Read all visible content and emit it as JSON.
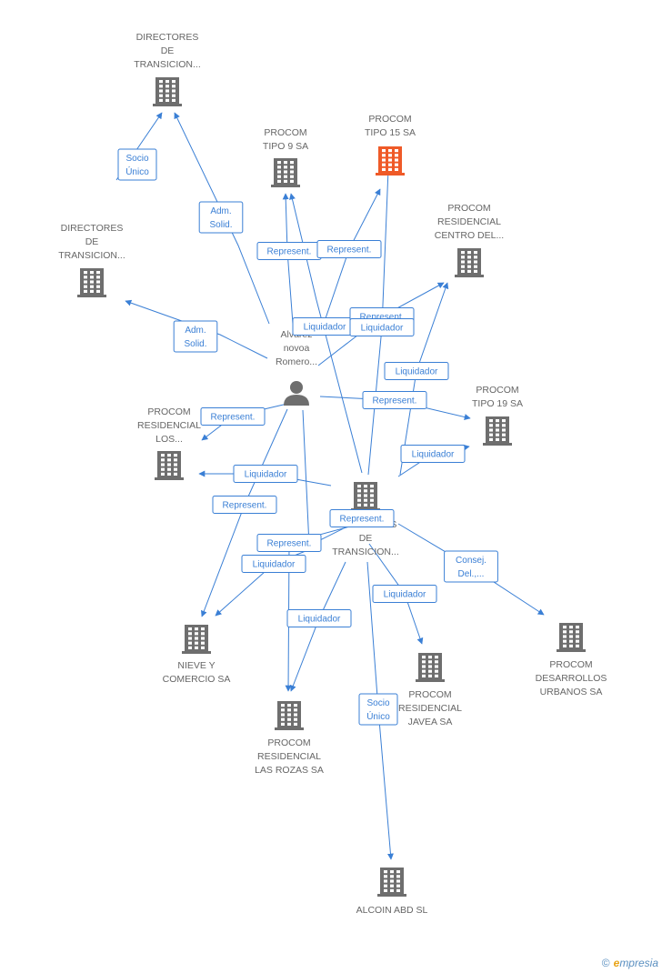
{
  "colors": {
    "edge": "#3a7fd5",
    "company": "#6e6e6e",
    "highlight": "#ef5a28",
    "person": "#6e6e6e",
    "label": "#666666"
  },
  "nodes": [
    {
      "id": "dir1",
      "type": "company",
      "lines": [
        "DIRECTORES",
        "DE",
        "TRANSICION..."
      ]
    },
    {
      "id": "dir2",
      "type": "company",
      "lines": [
        "DIRECTORES",
        "DE",
        "TRANSICION..."
      ]
    },
    {
      "id": "tipo9",
      "type": "company",
      "lines": [
        "PROCOM",
        "TIPO 9 SA"
      ]
    },
    {
      "id": "tipo15",
      "type": "company",
      "highlight": true,
      "lines": [
        "PROCOM",
        "TIPO 15 SA"
      ]
    },
    {
      "id": "centro",
      "type": "company",
      "lines": [
        "PROCOM",
        "RESIDENCIAL",
        "CENTRO DEL..."
      ]
    },
    {
      "id": "tipo19",
      "type": "company",
      "lines": [
        "PROCOM",
        "TIPO 19 SA"
      ]
    },
    {
      "id": "los",
      "type": "company",
      "lines": [
        "PROCOM",
        "RESIDENCIAL",
        "LOS..."
      ]
    },
    {
      "id": "person",
      "type": "person",
      "lines": [
        "Alvarez",
        "novoa",
        "Romero..."
      ]
    },
    {
      "id": "dir3",
      "type": "company",
      "lines": [
        "DIRECTORES",
        "DE",
        "TRANSICION..."
      ]
    },
    {
      "id": "nieve",
      "type": "company",
      "lines": [
        "NIEVE Y",
        "COMERCIO SA"
      ]
    },
    {
      "id": "rozas",
      "type": "company",
      "lines": [
        "PROCOM",
        "RESIDENCIAL",
        "LAS ROZAS SA"
      ]
    },
    {
      "id": "javea",
      "type": "company",
      "lines": [
        "PROCOM",
        "RESIDENCIAL",
        "JAVEA SA"
      ]
    },
    {
      "id": "desarrollos",
      "type": "company",
      "lines": [
        "PROCOM",
        "DESARROLLOS",
        "URBANOS SA"
      ]
    },
    {
      "id": "alcoin",
      "type": "company",
      "lines": [
        "ALCOIN ABD SL"
      ]
    }
  ],
  "edges": [
    {
      "label": [
        "Socio",
        "Único"
      ]
    },
    {
      "label": [
        "Adm.",
        "Solid."
      ]
    },
    {
      "label": [
        "Adm.",
        "Solid."
      ]
    },
    {
      "label": [
        "Represent."
      ]
    },
    {
      "label": [
        "Represent."
      ]
    },
    {
      "label": [
        "Liquidador"
      ]
    },
    {
      "label": [
        "Represent."
      ]
    },
    {
      "label": [
        "Liquidador"
      ]
    },
    {
      "label": [
        "Liquidador"
      ]
    },
    {
      "label": [
        "Represent."
      ]
    },
    {
      "label": [
        "Liquidador"
      ]
    },
    {
      "label": [
        "Represent."
      ]
    },
    {
      "label": [
        "Liquidador"
      ]
    },
    {
      "label": [
        "Represent."
      ]
    },
    {
      "label": [
        "Represent."
      ]
    },
    {
      "label": [
        "Represent."
      ]
    },
    {
      "label": [
        "Liquidador"
      ]
    },
    {
      "label": [
        "Liquidador"
      ]
    },
    {
      "label": [
        "Consej.",
        "Del.,..."
      ]
    },
    {
      "label": [
        "Liquidador"
      ]
    },
    {
      "label": [
        "Socio",
        "Único"
      ]
    }
  ],
  "brand": {
    "symbol": "©",
    "first_letter": "e",
    "rest": "mpresia"
  }
}
